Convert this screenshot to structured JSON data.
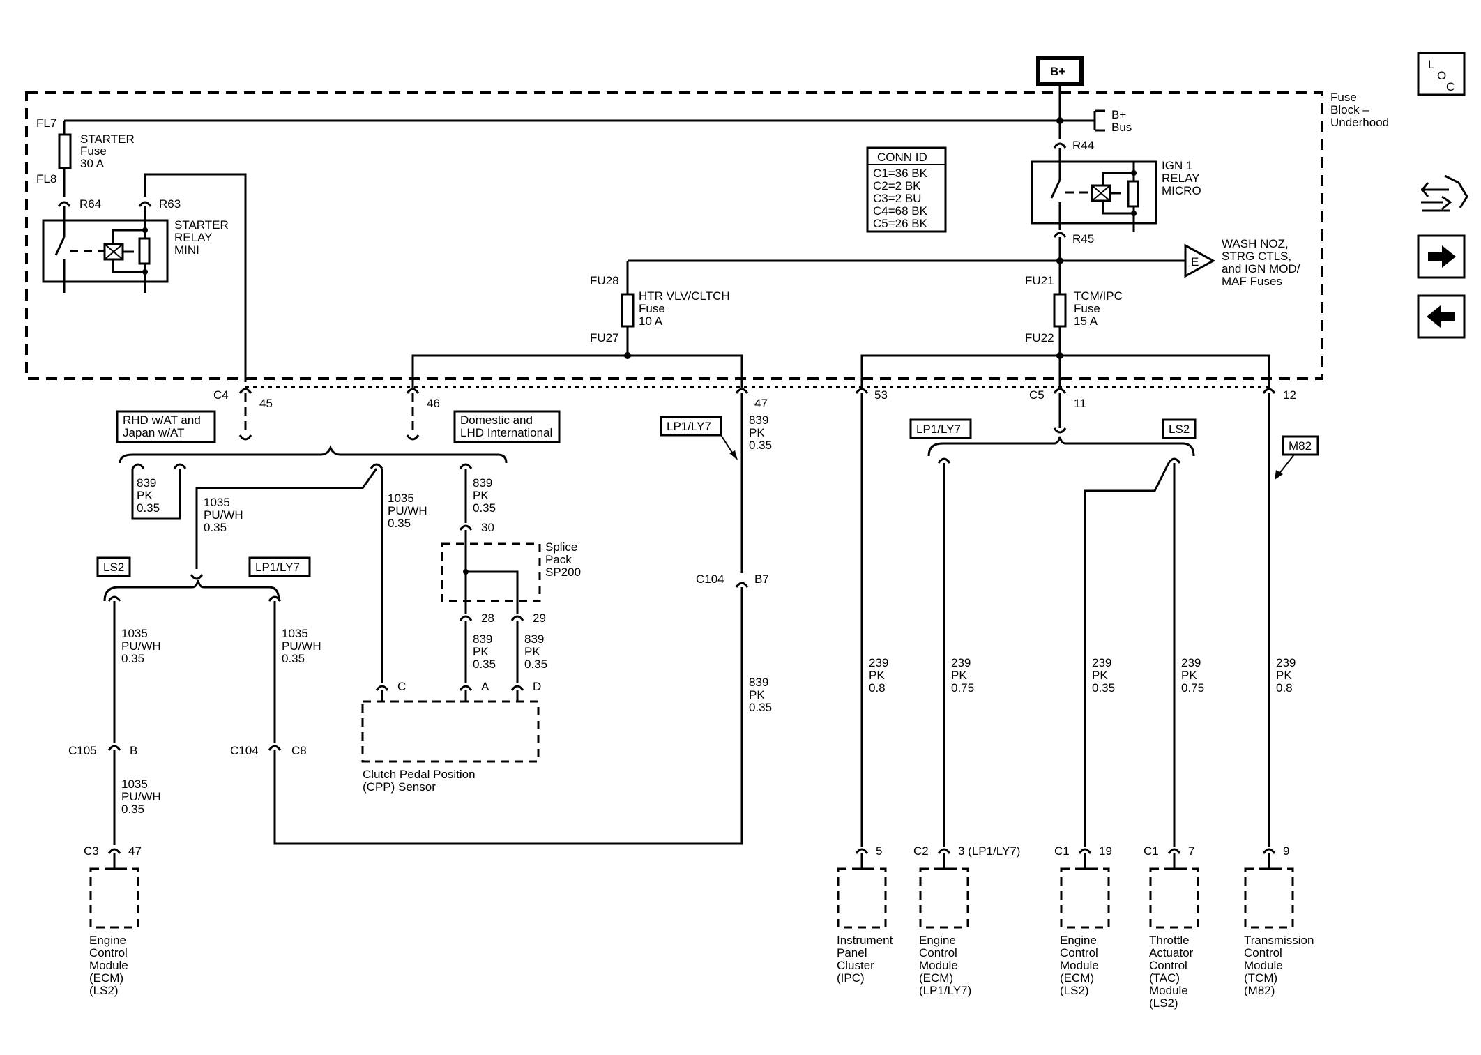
{
  "top_label": "B+",
  "bus_label_1": "B+",
  "bus_label_2": "Bus",
  "fuse_block_1": "Fuse",
  "fuse_block_2": "Block –",
  "fuse_block_3": "Underhood",
  "loc": {
    "l": "L",
    "o": "O",
    "c": "C"
  },
  "conn_id": {
    "title": "CONN ID",
    "rows": [
      "C1=36 BK",
      "C2=2 BK",
      "C3=2 BU",
      "C4=68 BK",
      "C5=26 BK"
    ]
  },
  "starter": {
    "fl7": "FL7",
    "fl8": "FL8",
    "fuse_1": "STARTER",
    "fuse_2": "Fuse",
    "fuse_3": "30 A",
    "r64": "R64",
    "r63": "R63",
    "relay_1": "STARTER",
    "relay_2": "RELAY",
    "relay_3": "MINI"
  },
  "ign": {
    "r44": "R44",
    "r45": "R45",
    "relay_1": "IGN 1",
    "relay_2": "RELAY",
    "relay_3": "MICRO",
    "e": "E",
    "wash_1": "WASH NOZ,",
    "wash_2": "STRG CTLS,",
    "wash_3": "and IGN MOD/",
    "wash_4": "MAF Fuses"
  },
  "htr": {
    "fu28": "FU28",
    "fu27": "FU27",
    "l1": "HTR VLV/CLTCH",
    "l2": "Fuse",
    "l3": "10 A"
  },
  "tcm": {
    "fu21": "FU21",
    "fu22": "FU22",
    "l1": "TCM/IPC",
    "l2": "Fuse",
    "l3": "15 A"
  },
  "c4": {
    "id": "C4",
    "p45": "45",
    "p46": "46",
    "p47": "47",
    "p53": "53"
  },
  "c5": {
    "id": "C5",
    "p11": "11",
    "p12": "12"
  },
  "opt": {
    "rhd_1": "RHD w/AT and",
    "rhd_2": "Japan w/AT",
    "dom_1": "Domestic and",
    "dom_2": "LHD International",
    "lp1_a": "LP1/LY7",
    "ls2_a": "LS2",
    "lp1_b": "LP1/LY7",
    "lp1_c": "LP1/LY7",
    "ls2_c": "LS2",
    "m82": "M82"
  },
  "wires": {
    "w1": [
      "839",
      "PK",
      "0.35"
    ],
    "w2": [
      "1035",
      "PU/WH",
      "0.35"
    ],
    "w3": [
      "1035",
      "PU/WH",
      "0.35"
    ],
    "w4": [
      "839",
      "PK",
      "0.35"
    ],
    "w5": [
      "839",
      "PK",
      "0.35"
    ],
    "w6": [
      "1035",
      "PU/WH",
      "0.35"
    ],
    "w7": [
      "1035",
      "PU/WH",
      "0.35"
    ],
    "w8": [
      "839",
      "PK",
      "0.35"
    ],
    "w9": [
      "839",
      "PK",
      "0.35"
    ],
    "w10": [
      "839",
      "PK",
      "0.35"
    ],
    "w11": [
      "1035",
      "PU/WH",
      "0.35"
    ],
    "w12": [
      "239",
      "PK",
      "0.8"
    ],
    "w13": [
      "239",
      "PK",
      "0.75"
    ],
    "w14": [
      "239",
      "PK",
      "0.35"
    ],
    "w15": [
      "239",
      "PK",
      "0.75"
    ],
    "w16": [
      "239",
      "PK",
      "0.8"
    ]
  },
  "splice": {
    "l1": "Splice",
    "l2": "Pack",
    "l3": "SP200",
    "p30": "30",
    "p28": "28",
    "p29": "29"
  },
  "cpp": {
    "pc": "C",
    "pa": "A",
    "pd": "D",
    "l1": "Clutch Pedal Position",
    "l2": "(CPP) Sensor"
  },
  "inline": {
    "c104_b7": "C104",
    "b7": "B7",
    "c105": "C105",
    "b": "B",
    "c104_c8": "C104",
    "c8": "C8"
  },
  "modules": [
    {
      "conn": "C3",
      "pin": "47",
      "lines": [
        "Engine",
        "Control",
        "Module",
        "(ECM)",
        "(LS2)"
      ]
    },
    {
      "conn": "",
      "pin": "5",
      "lines": [
        "Instrument",
        "Panel",
        "Cluster",
        "(IPC)"
      ]
    },
    {
      "conn": "C2",
      "pin": "3 (LP1/LY7)",
      "lines": [
        "Engine",
        "Control",
        "Module",
        "(ECM)",
        "(LP1/LY7)"
      ]
    },
    {
      "conn": "C1",
      "pin": "19",
      "lines": [
        "Engine",
        "Control",
        "Module",
        "(ECM)",
        "(LS2)"
      ]
    },
    {
      "conn": "C1",
      "pin": "7",
      "lines": [
        "Throttle",
        "Actuator",
        "Control",
        "(TAC)",
        "Module",
        "(LS2)"
      ]
    },
    {
      "conn": "",
      "pin": "9",
      "lines": [
        "Transmission",
        "Control",
        "Module",
        "(TCM)",
        "(M82)"
      ]
    }
  ]
}
